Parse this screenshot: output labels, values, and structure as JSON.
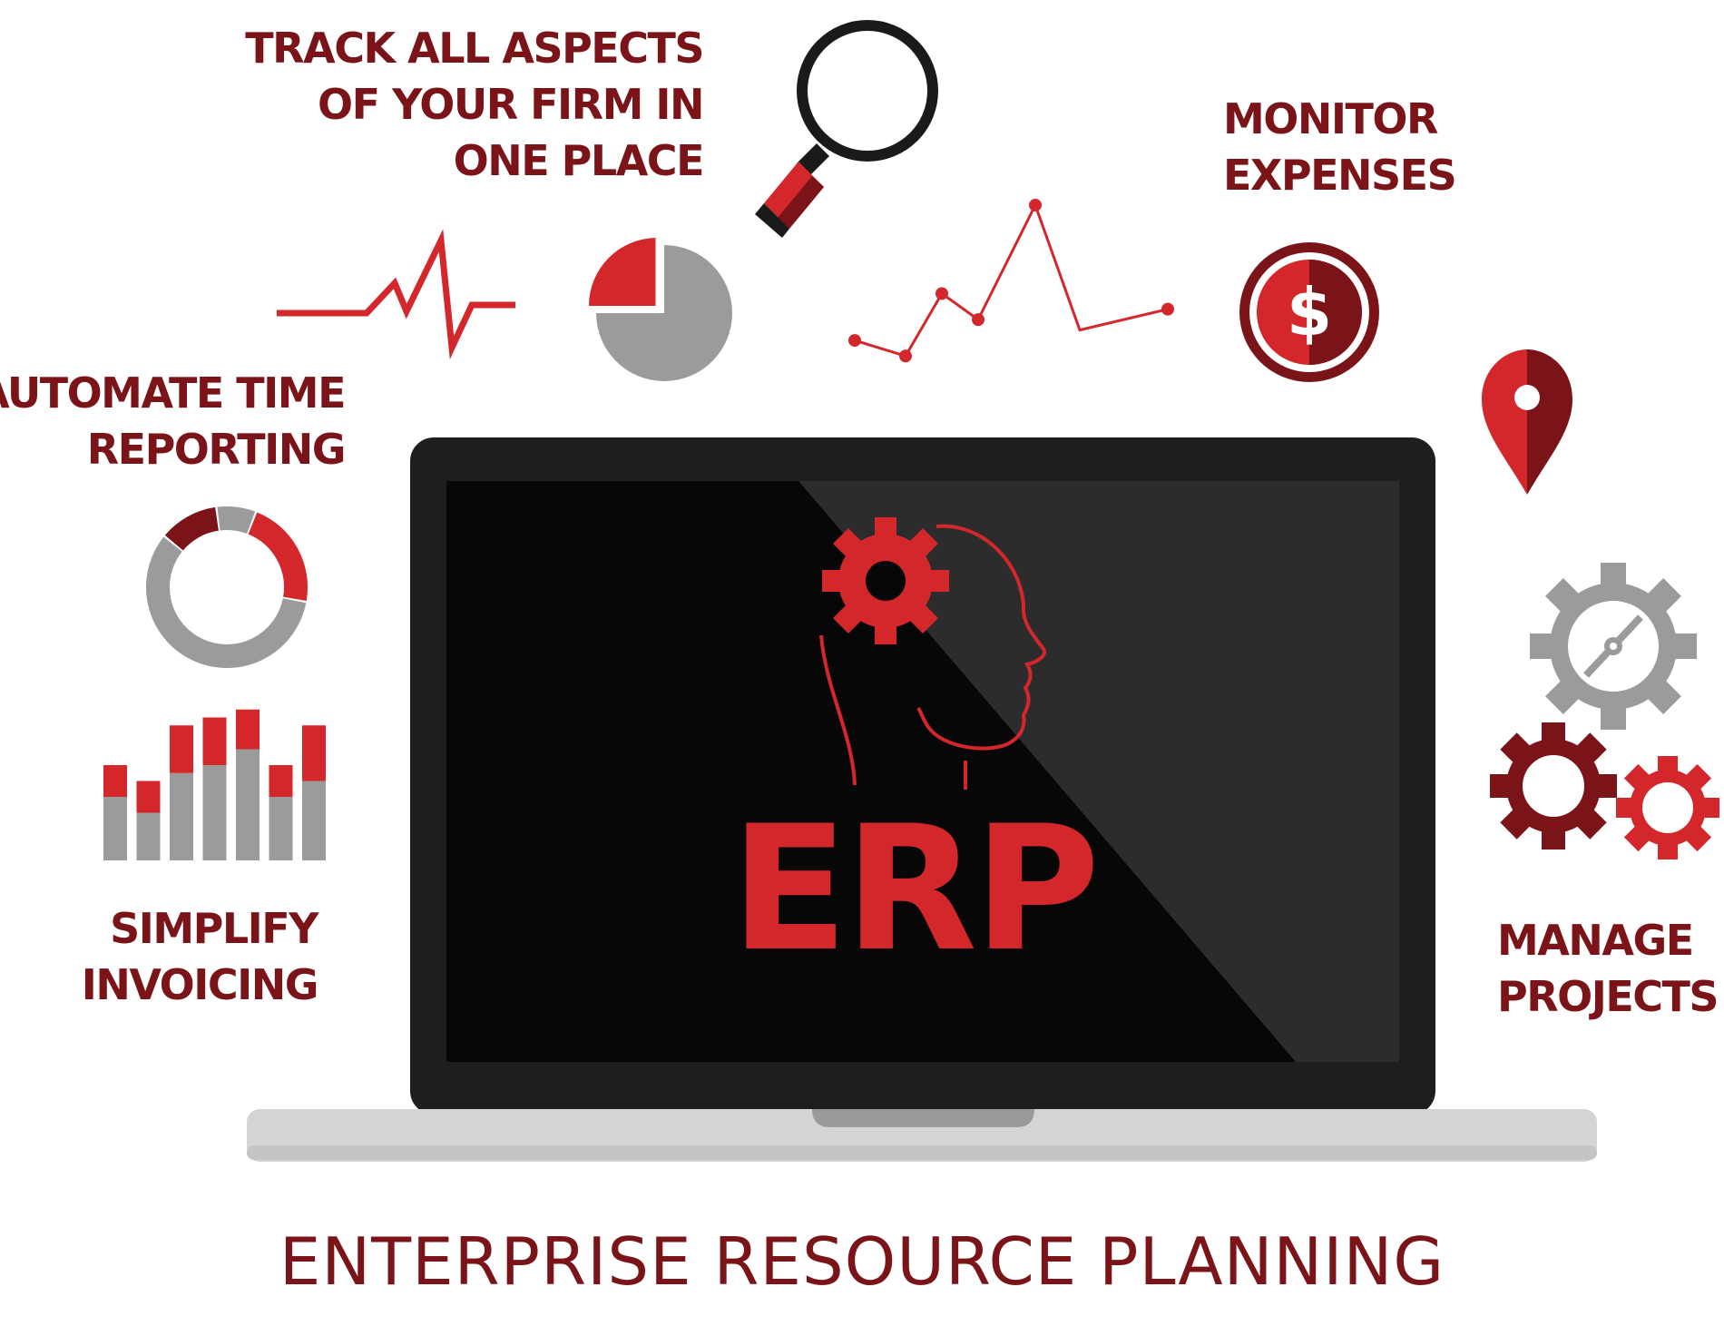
{
  "labels": {
    "track": [
      "TRACK ALL ASPECTS",
      "OF YOUR FIRM IN",
      "ONE PLACE"
    ],
    "monitor": [
      "MONITOR",
      "EXPENSES"
    ],
    "automate": [
      "AUTOMATE TIME",
      "REPORTING"
    ],
    "invoicing": [
      "SIMPLIFY",
      "INVOICING"
    ],
    "projects": [
      "MANAGE",
      "PROJECTS"
    ]
  },
  "screen": {
    "logo_text": "ERP"
  },
  "coin": {
    "symbol": "$"
  },
  "footer": {
    "title": "ENTERPRISE RESOURCE PLANNING"
  },
  "colors": {
    "brand_dark": "#7a1419",
    "brand_red": "#d3272c",
    "gray": "#9b9b9b",
    "laptop_bezel": "#1e1e1e",
    "laptop_base": "#d4d4d4"
  },
  "icons": [
    "magnifier-icon",
    "heartbeat-icon",
    "pie-icon",
    "line-chart-icon",
    "dollar-coin-icon",
    "location-pin-icon",
    "donut-icon",
    "bar-chart-icon",
    "gears-icon",
    "head-gear-icon"
  ],
  "chart_data": [
    {
      "type": "pie",
      "slices": [
        {
          "value": 25,
          "color": "#d3272c"
        },
        {
          "value": 75,
          "color": "#9b9b9b"
        }
      ]
    },
    {
      "type": "pie",
      "slices": [
        {
          "value": 22,
          "color": "#d3272c"
        },
        {
          "value": 58,
          "color": "#9b9b9b"
        },
        {
          "value": 12,
          "color": "#7a1419"
        },
        {
          "value": 8,
          "color": "#9b9b9b"
        }
      ]
    },
    {
      "type": "bar",
      "series": [
        {
          "values": [
            40,
            30,
            55,
            60,
            70,
            40,
            50
          ],
          "color": "#9b9b9b"
        },
        {
          "values": [
            20,
            20,
            30,
            30,
            25,
            20,
            35
          ],
          "color": "#d3272c"
        }
      ]
    },
    {
      "type": "line",
      "values": [
        4,
        1,
        13,
        8,
        30,
        6,
        10
      ],
      "color": "#d3272c"
    }
  ]
}
